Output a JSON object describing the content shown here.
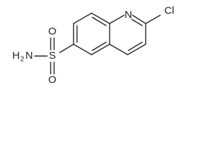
{
  "molecule": {
    "ring_nitrogen": "N",
    "chlorine": "Cl",
    "sulfur": "S",
    "oxygen_top": "O",
    "oxygen_bottom": "O",
    "amine_prefix": "H",
    "amine_subscript": "2",
    "amine_suffix": "N"
  }
}
